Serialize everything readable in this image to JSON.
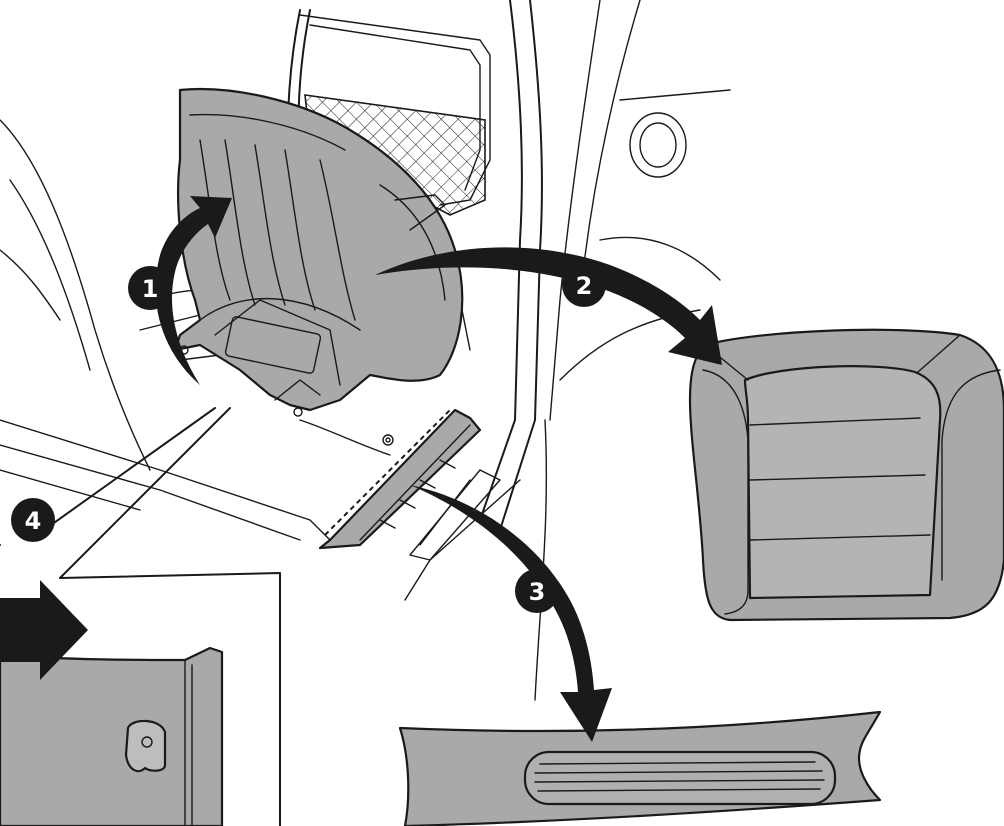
{
  "colors": {
    "line": "#1a1a1a",
    "part_fill": "#a9a9a9",
    "part_fill_dark": "#8f8f8f",
    "badge_fill": "#1a1a1a",
    "badge_text": "#ffffff",
    "background": "#ffffff"
  },
  "steps": [
    {
      "number": "1"
    },
    {
      "number": "2"
    },
    {
      "number": "3"
    },
    {
      "number": "4"
    }
  ]
}
